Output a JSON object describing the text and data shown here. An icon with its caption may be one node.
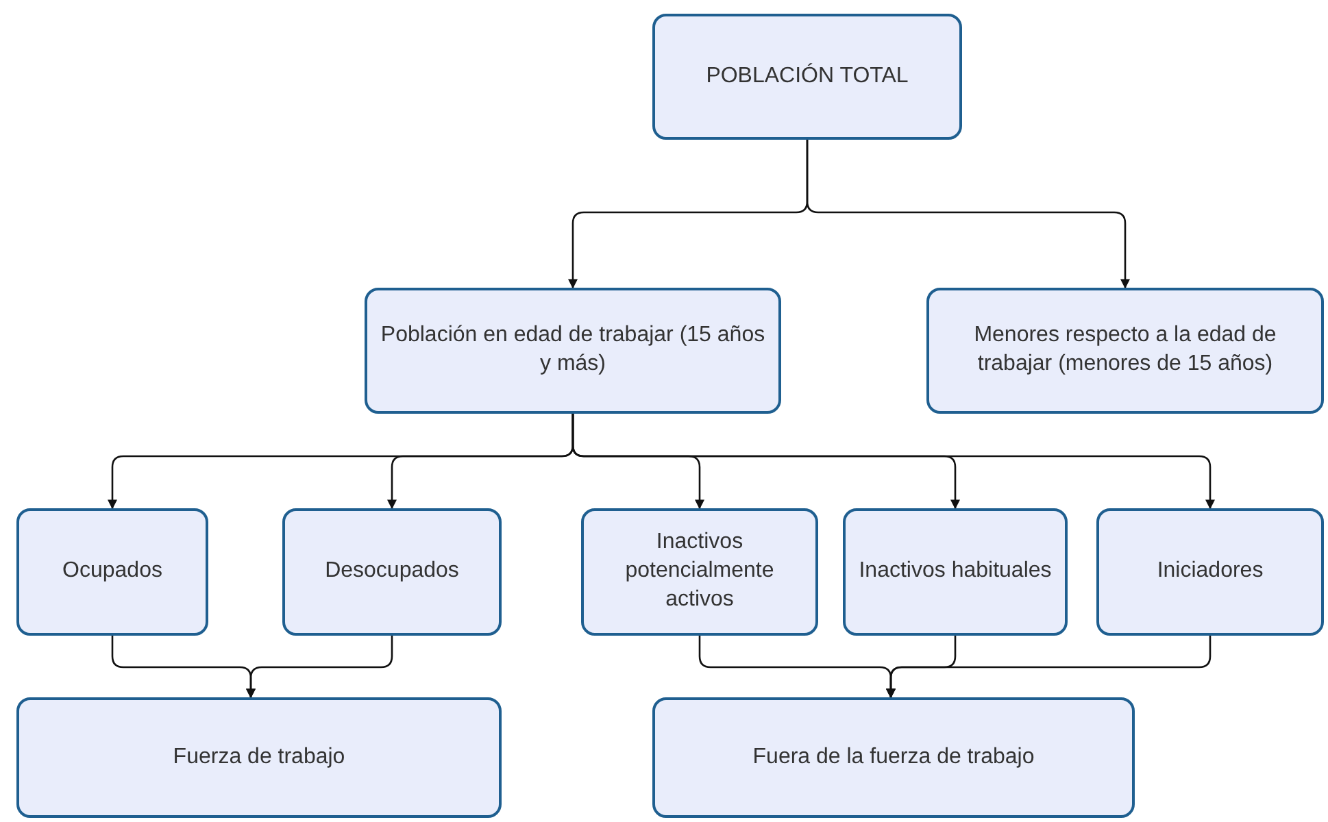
{
  "diagram": {
    "nodes": [
      {
        "text": [
          "POBLACIÓN TOTAL"
        ]
      },
      {
        "text": [
          "Población en edad de trabajar (15 años y más)"
        ]
      },
      {
        "text": [
          "Menores respecto a la edad de trabajar (menores de 15 años)"
        ]
      },
      {
        "text": [
          "Ocupados"
        ]
      },
      {
        "text": [
          "Desocupados"
        ]
      },
      {
        "text": [
          "Inactivos potencialmente activos"
        ]
      },
      {
        "text": [
          "Inactivos habituales"
        ]
      },
      {
        "text": [
          "Iniciadores"
        ]
      },
      {
        "text": [
          "Fuerza de trabajo"
        ]
      },
      {
        "text": [
          "Fuera de la fuerza de trabajo"
        ]
      }
    ],
    "edges": [
      {
        "from": 0,
        "to": 1,
        "arrow": "to"
      },
      {
        "from": 0,
        "to": 2,
        "arrow": "to"
      },
      {
        "from": 1,
        "to": 3,
        "arrow": "to"
      },
      {
        "from": 1,
        "to": 4,
        "arrow": "to"
      },
      {
        "from": 1,
        "to": 5,
        "arrow": "to"
      },
      {
        "from": 1,
        "to": 6,
        "arrow": "to"
      },
      {
        "from": 1,
        "to": 7,
        "arrow": "to"
      },
      {
        "from": 3,
        "to": 8,
        "arrow": "to"
      },
      {
        "from": 4,
        "to": 8,
        "arrow": "to"
      },
      {
        "from": 5,
        "to": 9,
        "arrow": "to"
      },
      {
        "from": 6,
        "to": 9,
        "arrow": "to"
      },
      {
        "from": 7,
        "to": 9,
        "arrow": "to"
      }
    ]
  }
}
